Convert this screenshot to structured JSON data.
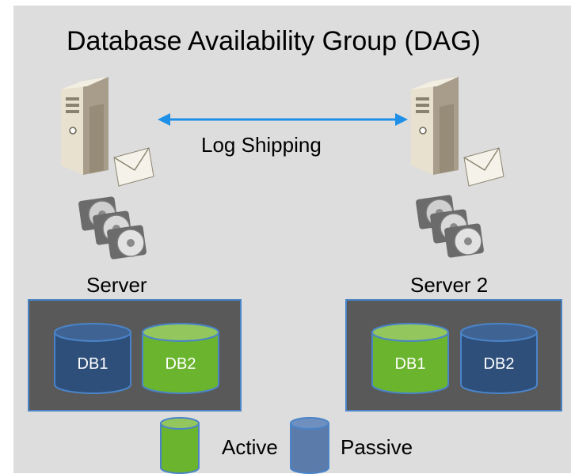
{
  "title": "Database Availability Group (DAG)",
  "link_label": "Log Shipping",
  "servers": [
    {
      "label": "Server",
      "databases": [
        {
          "name": "DB1",
          "state": "passive"
        },
        {
          "name": "DB2",
          "state": "active"
        }
      ]
    },
    {
      "label": "Server 2",
      "databases": [
        {
          "name": "DB1",
          "state": "active"
        },
        {
          "name": "DB2",
          "state": "passive"
        }
      ]
    }
  ],
  "legend": {
    "active": "Active",
    "passive": "Passive"
  },
  "colors": {
    "active": "#6ab42e",
    "active_top": "#93c65d",
    "passive": "#2e4f7a",
    "passive_top": "#3f6392",
    "panel": "#595959",
    "panel_border": "#4a84c8",
    "arrow": "#1e90e8",
    "background": "#dddddd"
  },
  "icons": [
    "server-tower-icon",
    "mail-envelope-icon",
    "disk-stack-icon"
  ]
}
